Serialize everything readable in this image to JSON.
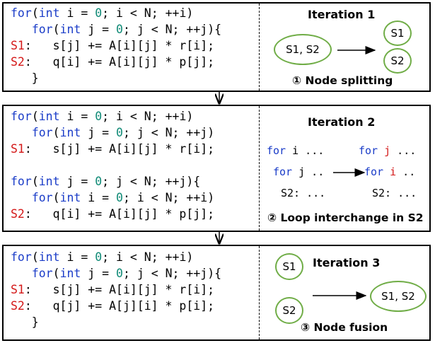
{
  "panels": [
    {
      "code": [
        [
          {
            "t": "for",
            "c": "kw"
          },
          {
            "t": "("
          },
          {
            "t": "int",
            "c": "kw"
          },
          {
            "t": " i = "
          },
          {
            "t": "0",
            "c": "num"
          },
          {
            "t": "; i < N; ++i)"
          }
        ],
        [
          {
            "t": "   "
          },
          {
            "t": "for",
            "c": "kw"
          },
          {
            "t": "("
          },
          {
            "t": "int",
            "c": "kw"
          },
          {
            "t": " j = "
          },
          {
            "t": "0",
            "c": "num"
          },
          {
            "t": "; j < N; ++j){"
          }
        ],
        [
          {
            "t": "S1",
            "c": "lbl"
          },
          {
            "t": ":   s[j] += A[i][j] * r[i];"
          }
        ],
        [
          {
            "t": "S2",
            "c": "lbl"
          },
          {
            "t": ":   q[i] += A[i][j] * p[j];"
          }
        ],
        [
          {
            "t": "   }"
          }
        ]
      ],
      "title": "Iteration 1",
      "caption": "① Node splitting",
      "nodes": [
        "S1, S2",
        "S1",
        "S2"
      ]
    },
    {
      "code": [
        [
          {
            "t": "for",
            "c": "kw"
          },
          {
            "t": "("
          },
          {
            "t": "int",
            "c": "kw"
          },
          {
            "t": " i = "
          },
          {
            "t": "0",
            "c": "num"
          },
          {
            "t": "; i < N; ++i)"
          }
        ],
        [
          {
            "t": "   "
          },
          {
            "t": "for",
            "c": "kw"
          },
          {
            "t": "("
          },
          {
            "t": "int",
            "c": "kw"
          },
          {
            "t": " j = "
          },
          {
            "t": "0",
            "c": "num"
          },
          {
            "t": "; j < N; ++j)"
          }
        ],
        [
          {
            "t": "S1",
            "c": "lbl"
          },
          {
            "t": ":   s[j] += A[i][j] * r[i];"
          }
        ],
        [
          {
            "t": ""
          }
        ],
        [
          {
            "t": "for",
            "c": "kw"
          },
          {
            "t": "("
          },
          {
            "t": "int",
            "c": "kw"
          },
          {
            "t": " j = "
          },
          {
            "t": "0",
            "c": "num"
          },
          {
            "t": "; j < N; ++j){"
          }
        ],
        [
          {
            "t": "   "
          },
          {
            "t": "for",
            "c": "kw"
          },
          {
            "t": "("
          },
          {
            "t": "int",
            "c": "kw"
          },
          {
            "t": " i = "
          },
          {
            "t": "0",
            "c": "num"
          },
          {
            "t": "; i < N; ++i)"
          }
        ],
        [
          {
            "t": "S2",
            "c": "lbl"
          },
          {
            "t": ":   q[i] += A[i][j] * p[j];"
          }
        ]
      ],
      "title": "Iteration 2",
      "caption": "② Loop interchange in S2",
      "left_loops": [
        [
          {
            "t": "for",
            "c": "kw"
          },
          {
            "t": " i ..."
          }
        ],
        [
          {
            "t": "for",
            "c": "kw"
          },
          {
            "t": " j .."
          }
        ],
        [
          {
            "t": "S2: ..."
          }
        ]
      ],
      "right_loops": [
        [
          {
            "t": "for",
            "c": "kw"
          },
          {
            "t": " "
          },
          {
            "t": "j",
            "c": "lbl"
          },
          {
            "t": " ..."
          }
        ],
        [
          {
            "t": "for",
            "c": "kw"
          },
          {
            "t": " "
          },
          {
            "t": "i",
            "c": "lbl"
          },
          {
            "t": " .."
          }
        ],
        [
          {
            "t": "S2: ..."
          }
        ]
      ]
    },
    {
      "code": [
        [
          {
            "t": "for",
            "c": "kw"
          },
          {
            "t": "("
          },
          {
            "t": "int",
            "c": "kw"
          },
          {
            "t": " i = "
          },
          {
            "t": "0",
            "c": "num"
          },
          {
            "t": "; i < N; ++i)"
          }
        ],
        [
          {
            "t": "   "
          },
          {
            "t": "for",
            "c": "kw"
          },
          {
            "t": "("
          },
          {
            "t": "int",
            "c": "kw"
          },
          {
            "t": " j = "
          },
          {
            "t": "0",
            "c": "num"
          },
          {
            "t": "; j < N; ++j){"
          }
        ],
        [
          {
            "t": "S1",
            "c": "lbl"
          },
          {
            "t": ":   s[j] += A[i][j] * r[i];"
          }
        ],
        [
          {
            "t": "S2",
            "c": "lbl"
          },
          {
            "t": ":   q[j] += A[j][i] * p[i];"
          }
        ],
        [
          {
            "t": "   }"
          }
        ]
      ],
      "title": "Iteration 3",
      "caption": "③ Node fusion",
      "nodes": [
        "S1",
        "S2",
        "S1, S2"
      ]
    }
  ]
}
